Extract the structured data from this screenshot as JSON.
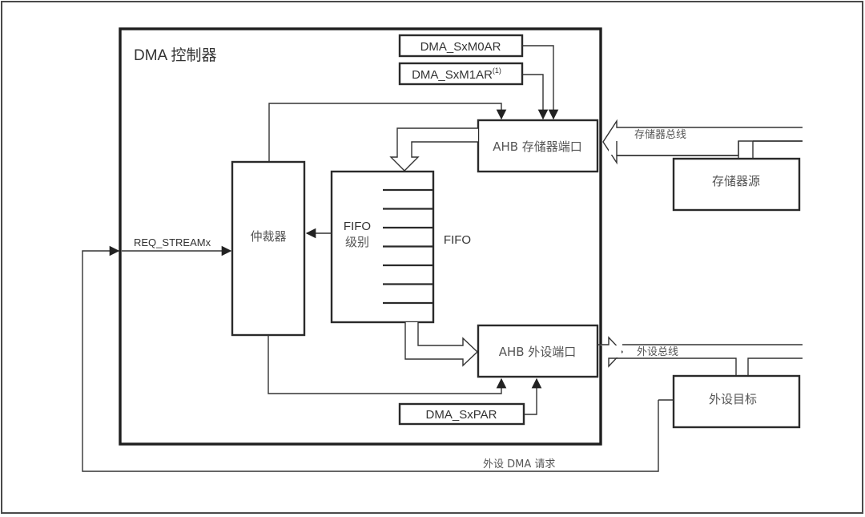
{
  "diagram": {
    "controller_title": "DMA 控制器",
    "blocks": {
      "m0ar": "DMA_SxM0AR",
      "m1ar": "DMA_SxM1AR",
      "m1ar_note": "(1)",
      "mem_port": "AHB 存储器端口",
      "arbiter": "仲裁器",
      "fifo_level_1": "FIFO",
      "fifo_level_2": "级别",
      "fifo": "FIFO",
      "periph_port": "AHB 外设端口",
      "par": "DMA_SxPAR",
      "mem_source": "存储器源",
      "periph_target": "外设目标"
    },
    "signals": {
      "req_stream": "REQ_STREAMx",
      "mem_bus": "存储器总线",
      "periph_bus": "外设总线",
      "periph_dma_request": "外设 DMA 请求"
    },
    "fifo_slots": 7
  }
}
